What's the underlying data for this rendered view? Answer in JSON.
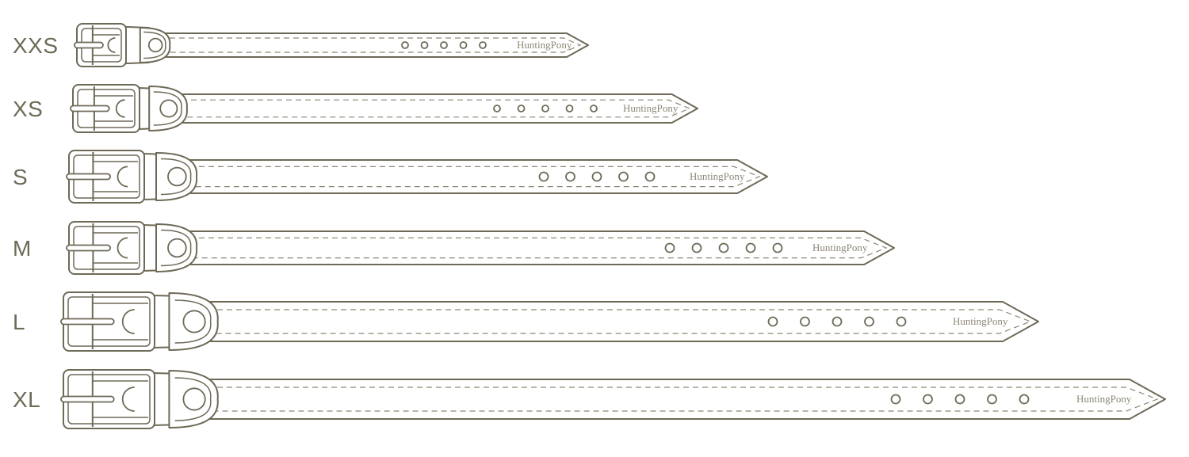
{
  "colors": {
    "outline": "#6e6a58",
    "stitch": "#8c8775",
    "fill": "#ffffff",
    "background": "#ffffff"
  },
  "brand": "HuntingPony",
  "collars": [
    {
      "size": "XXS",
      "holes": 5
    },
    {
      "size": "XS",
      "holes": 5
    },
    {
      "size": "S",
      "holes": 5
    },
    {
      "size": "M",
      "holes": 5
    },
    {
      "size": "L",
      "holes": 5
    },
    {
      "size": "XL",
      "holes": 5
    }
  ]
}
